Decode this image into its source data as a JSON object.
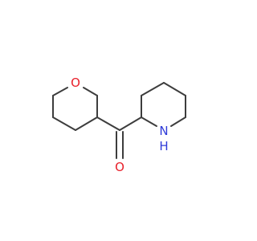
{
  "molecule": {
    "atoms": {
      "ring_oxygen": {
        "symbol": "O",
        "color": "#e8202a"
      },
      "carbonyl_oxygen": {
        "symbol": "O",
        "color": "#e8202a"
      },
      "ring_nitrogen": {
        "symbol": "N",
        "color": "#2f3bd8"
      },
      "nitrogen_hydrogen": {
        "symbol": "H",
        "color": "#2f3bd8"
      }
    },
    "bond_color": "#3d3d3d"
  }
}
